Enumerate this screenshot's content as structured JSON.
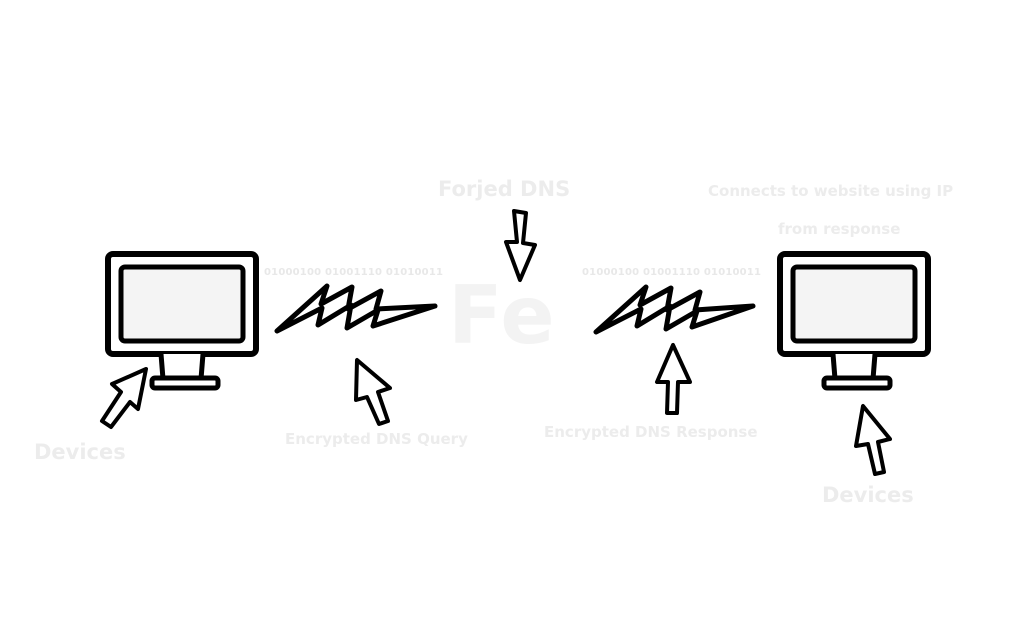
{
  "diagram": {
    "center_symbol": "Fe",
    "binary_stream_left": "01000100 01001110 01010011",
    "binary_stream_right": "01000100 01001110 01010011",
    "labels": {
      "forged_dns": "Forjed DNS",
      "connects_line1": "Connects to website using IP",
      "connects_line2": "from response",
      "devices_left": "Devices",
      "devices_right": "Devices",
      "query": "Encrypted DNS Query",
      "response": "Encrypted DNS Response"
    },
    "colors": {
      "ink": "#000000",
      "screen": "#f4f4f4",
      "label_text": "#ececec"
    }
  }
}
